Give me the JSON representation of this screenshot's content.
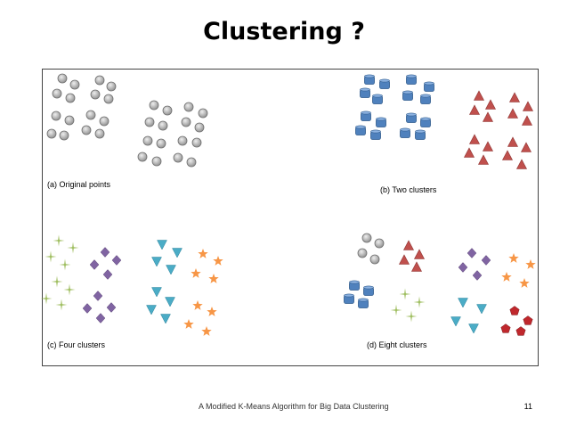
{
  "title": "Clustering ?",
  "panels": [
    {
      "caption": "(a) Original points"
    },
    {
      "caption": "(b) Two clusters"
    },
    {
      "caption": "(c) Four clusters"
    },
    {
      "caption": "(d) Eight clusters"
    }
  ],
  "footer": "A Modified K-Means Algorithm  for Big Data Clustering",
  "page_number": "11",
  "colors": {
    "gray": "#b0b0b0",
    "blue": "#4f81bd",
    "red": "#c0504d",
    "green": "#9bbb59",
    "purple": "#8064a2",
    "cyan": "#4bacc6",
    "orange": "#f79646",
    "darkred": "#c0282d"
  }
}
